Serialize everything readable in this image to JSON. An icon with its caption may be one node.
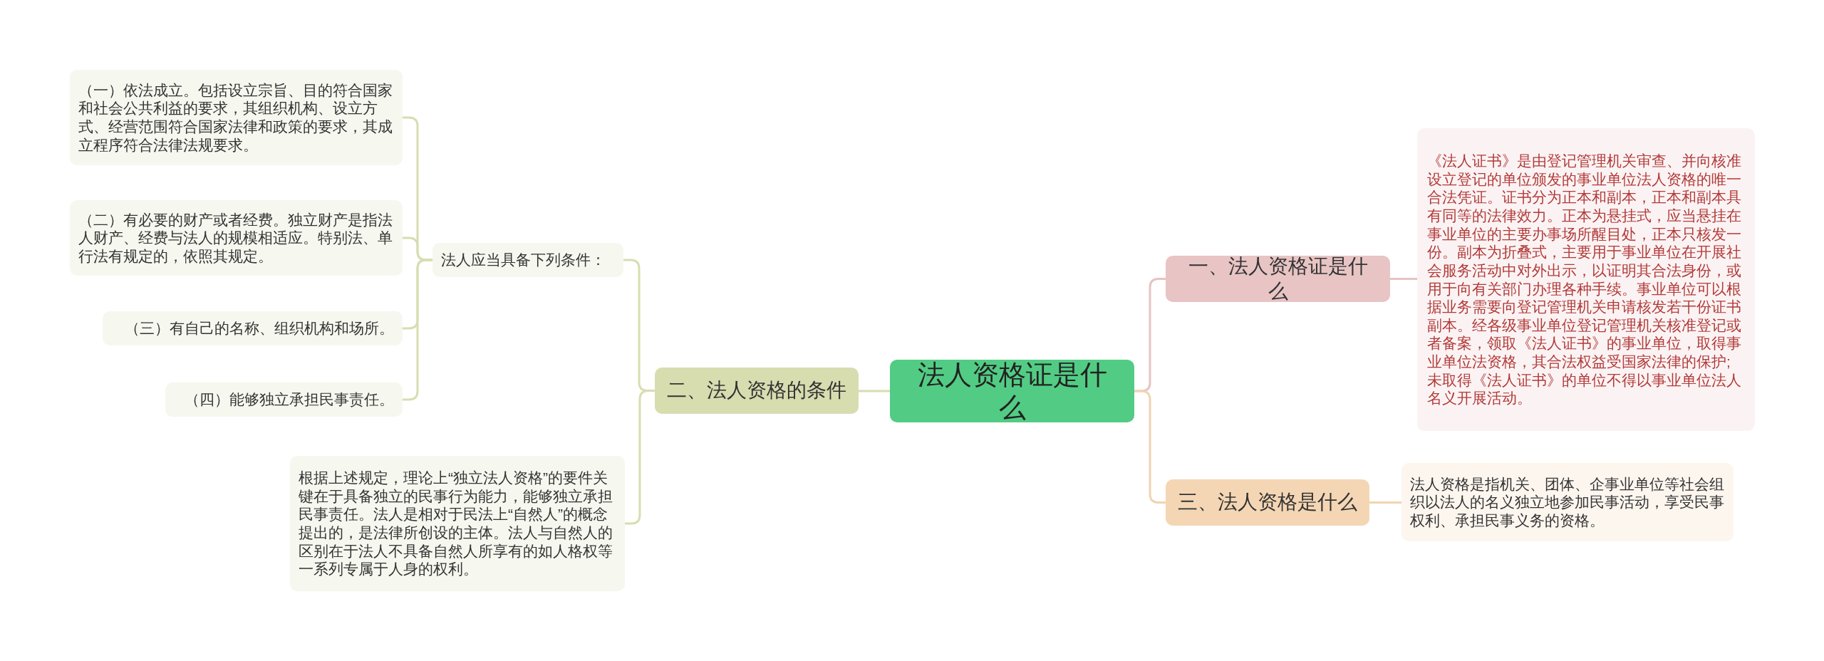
{
  "diagram": {
    "nodes": [
      {
        "text": [
          "法人资格证是什么"
        ]
      },
      {
        "text": [
          "一、法人资格证是什么"
        ]
      },
      {
        "text": [
          "《法人证书》是由登记管理机关审查、并向核准设立登记的单位颁发的事业单位法人资格的唯一合法凭证。证书分为正本和副本，正本和副本具有同等的法律效力。正本为悬挂式，应当悬挂在事业单位的主要办事场所醒目处，正本只核发一份。副本为折叠式，主要用于事业单位在开展社会服务活动中对外出示，以证明其合法身份，或用于向有关部门办理各种手续。事业单位可以根据业务需要向登记管理机关申请核发若干份证书副本。经各级事业单位登记管理机关核准登记或者备案，领取《法人证书》的事业单位，取得事业单位法资格，其合法权益受国家法律的保护;未取得《法人证书》的单位不得以事业单位法人名义开展活动。"
        ]
      },
      {
        "text": [
          "二、法人资格的条件"
        ]
      },
      {
        "text": [
          "法人应当具备下列条件："
        ]
      },
      {
        "text": [
          "（一）依法成立。包括设立宗旨、目的符合国家和社会公共利益的要求，其组织机构、设立方式、经营范围符合国家法律和政策的要求，其成立程序符合法律法规要求。"
        ]
      },
      {
        "text": [
          "（二）有必要的财产或者经费。独立财产是指法人财产、经费与法人的规模相适应。特别法、单行法有规定的，依照其规定。"
        ]
      },
      {
        "text": [
          "（三）有自己的名称、组织机构和场所。"
        ]
      },
      {
        "text": [
          "（四）能够独立承担民事责任。"
        ]
      },
      {
        "text": [
          "根据上述规定，理论上“独立法人资格”的要件关键在于具备独立的民事行为能力，能够独立承担民事责任。法人是相对于民法上“自然人”的概念提出的，是法律所创设的主体。法人与自然人的区别在于法人不具备自然人所享有的如人格权等一系列专属于人身的权利。"
        ]
      },
      {
        "text": [
          "三、法人资格是什么"
        ]
      },
      {
        "text": [
          "法人资格是指机关、团体、企事业单位等社会组织以法人的名义独立地参加民事活动，享受民事权利、承担民事义务的资格。"
        ]
      }
    ],
    "edges": [
      {
        "from": 0,
        "to": 1,
        "arrow": "none",
        "color": "#e6c3c3"
      },
      {
        "from": 1,
        "to": 2,
        "arrow": "none",
        "color": "#e6c3c3"
      },
      {
        "from": 0,
        "to": 3,
        "arrow": "none"
      },
      {
        "from": 3,
        "to": 4,
        "arrow": "none"
      },
      {
        "from": 4,
        "to": 5,
        "arrow": "none"
      },
      {
        "from": 4,
        "to": 6,
        "arrow": "none"
      },
      {
        "from": 4,
        "to": 7,
        "arrow": "none"
      },
      {
        "from": 4,
        "to": 8,
        "arrow": "none"
      },
      {
        "from": 3,
        "to": 9,
        "arrow": "none"
      },
      {
        "from": 0,
        "to": 10,
        "arrow": "none",
        "color": "#f0d4b0"
      },
      {
        "from": 10,
        "to": 11,
        "arrow": "none",
        "color": "#f0d4b0"
      }
    ]
  }
}
